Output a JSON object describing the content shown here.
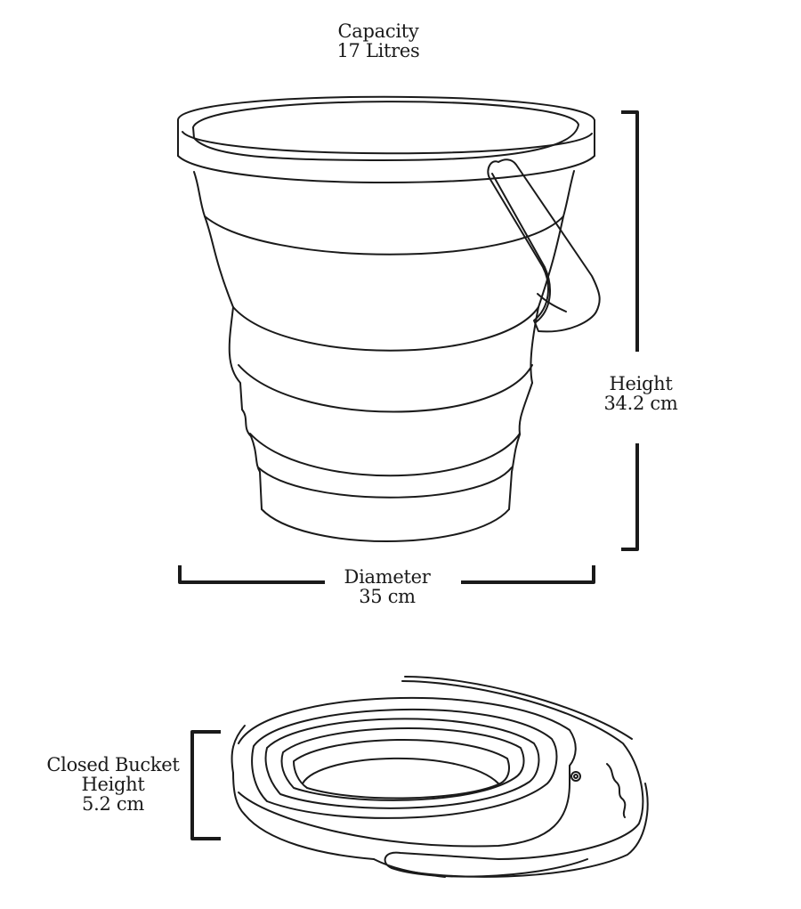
{
  "diagram": {
    "subject": "Collapsible bucket",
    "line_color": "#1a1a1a",
    "background": "#ffffff",
    "labels": {
      "capacity": {
        "title": "Capacity",
        "value": "17 Litres"
      },
      "height": {
        "title": "Height",
        "value": "34.2 cm"
      },
      "diameter": {
        "title": "Diameter",
        "value": "35 cm"
      },
      "closed_height": {
        "title_line1": "Closed Bucket",
        "title_line2": "Height",
        "value": "5.2 cm"
      }
    },
    "views": [
      {
        "name": "open-bucket",
        "description": "Expanded bucket with handle"
      },
      {
        "name": "closed-bucket",
        "description": "Collapsed bucket with folded handle"
      }
    ]
  }
}
